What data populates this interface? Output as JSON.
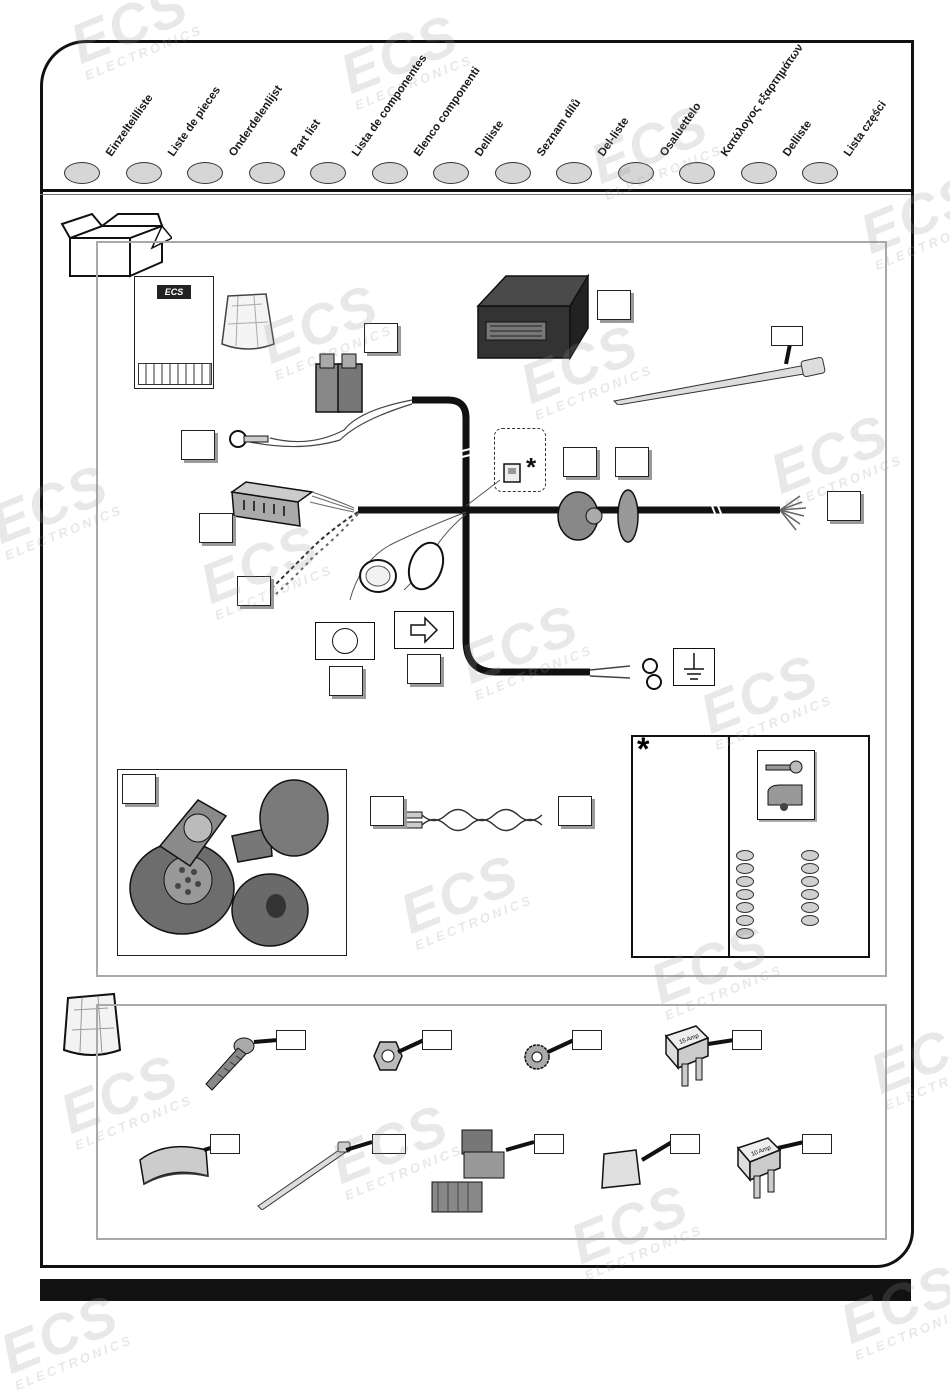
{
  "languages": [
    "Einzelteilliste",
    "Liste de pieces",
    "Onderdelenlijst",
    "Part list",
    "Lista de componentes",
    "Elenco componenti",
    "Delliste",
    "Seznam dílů",
    "Del-liste",
    "Osaluettelo",
    "Κατάλογος εξαρτημάτων",
    "Delliste",
    "Lista części"
  ],
  "manual": {
    "logo": "ECS"
  },
  "asterisk": "*",
  "watermark": {
    "brand": "ECS",
    "sub": "ELECTRONICS"
  },
  "icons": {
    "box": "box-icon",
    "bag": "bag-icon",
    "ground": "ground-icon",
    "arrow": "turn-signal-arrow-icon",
    "key": "key-icon",
    "caravan": "caravan-icon"
  },
  "fuses": {
    "small": "10 Amp",
    "large": "15 Amp"
  },
  "colors": {
    "frame": "#111111",
    "panel_border": "#a9a9a9",
    "oval_fill": "#d6d6d6"
  }
}
